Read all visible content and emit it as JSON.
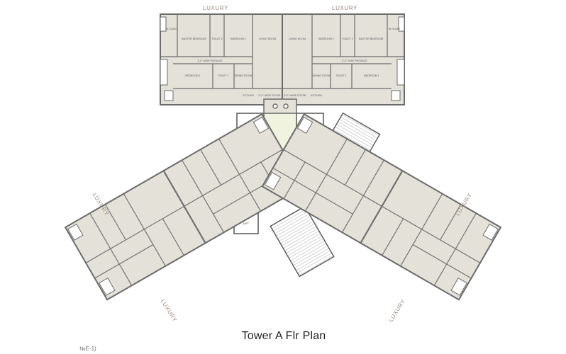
{
  "caption": "Tower A  Flr Plan",
  "figure_tag": "№E-1)",
  "wing_labels": {
    "top_left": "LUXURY",
    "top_right": "LUXURY",
    "left_upper": "LUXURY",
    "left_lower": "LUXURY",
    "right_upper": "LUXURY",
    "right_lower": "LUXURY"
  },
  "top_left_rooms": {
    "toilet_w": "W.TOILET",
    "master_bedroom": "MASTER BEDROOM",
    "toilet2": "TOILET 2",
    "bedroom2": "BEDROOM 2",
    "living": "LIVING ROOM",
    "passage": "3'-0\" WIDE PASSAGE",
    "bedroom1": "BEDROOM 1",
    "toilet1": "TOILET 1",
    "dining": "DINING ROOM",
    "kitchen": "KITCHEN",
    "foyer": "5'-0\" WIDE FOYER"
  },
  "top_right_rooms": {
    "living": "LIVING ROOM",
    "bedroom2": "BEDROOM 2",
    "toilet2": "TOILET 2",
    "master_bedroom": "MASTER BEDROOM",
    "toilet_w": "W.TOILET",
    "passage": "3'-0\" WIDE PASSAGE",
    "dining": "DINING ROOM",
    "toilet1": "TOILET 1",
    "bedroom1": "BEDROOM 1",
    "kitchen": "KITCHEN",
    "foyer": "5'-0\" WIDE FOYER"
  },
  "lifts": {
    "lift1": "LIFT",
    "lift2": "LIFT",
    "lift3": "LIFT",
    "lift4": "LIFT"
  },
  "colors": {
    "room_fill": "#e4e1d9",
    "wall": "#6b6b6b",
    "lobby": "#f0f4df",
    "accent_label": "#9a8a7a"
  }
}
